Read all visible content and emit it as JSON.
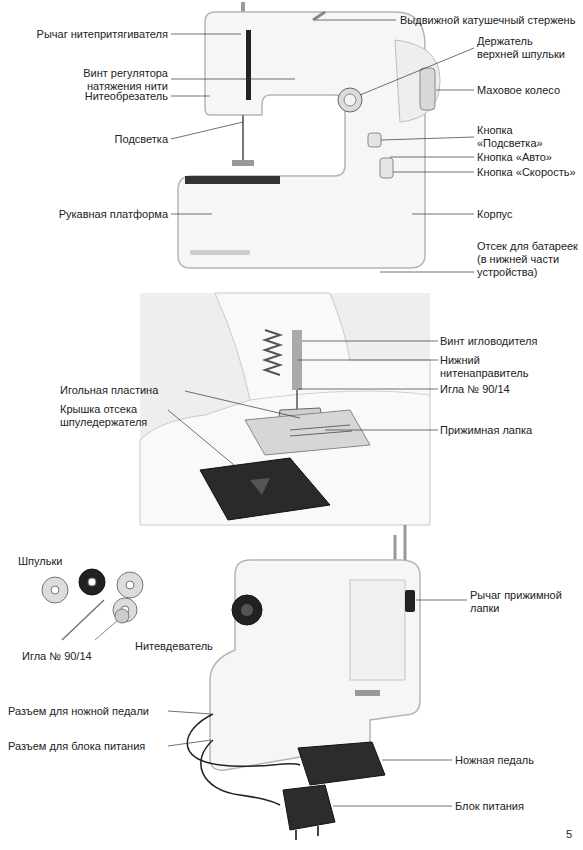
{
  "diagram": {
    "labels": [
      "Рычаг нитепритягивателя",
      "Выдвижной катушечный стержень",
      "Держатель верхней шпульки",
      "Винт регулятора натяжения нити",
      "Нитеобрезатель",
      "Маховое колесо",
      "Подсветка",
      "Кнопка «Подсветка»",
      "Кнопка «Авто»",
      "Кнопка «Скорость»",
      "Рукавная платформа",
      "Корпус",
      "Отсек для батареек (в нижней части устройства)",
      "Винт игловодителя",
      "Нижний нитенаправитель",
      "Игла № 90/14",
      "Игольная пластина",
      "Крышка отсека шпуледержателя",
      "Прижимная лапка",
      "Шпульки",
      "Рычаг прижимной лапки",
      "Нитевдеватель",
      "Игла № 90/14",
      "Разъем для ножной педали",
      "Разъем для блока питания",
      "Ножная педаль",
      "Блок питания",
      "5"
    ]
  }
}
